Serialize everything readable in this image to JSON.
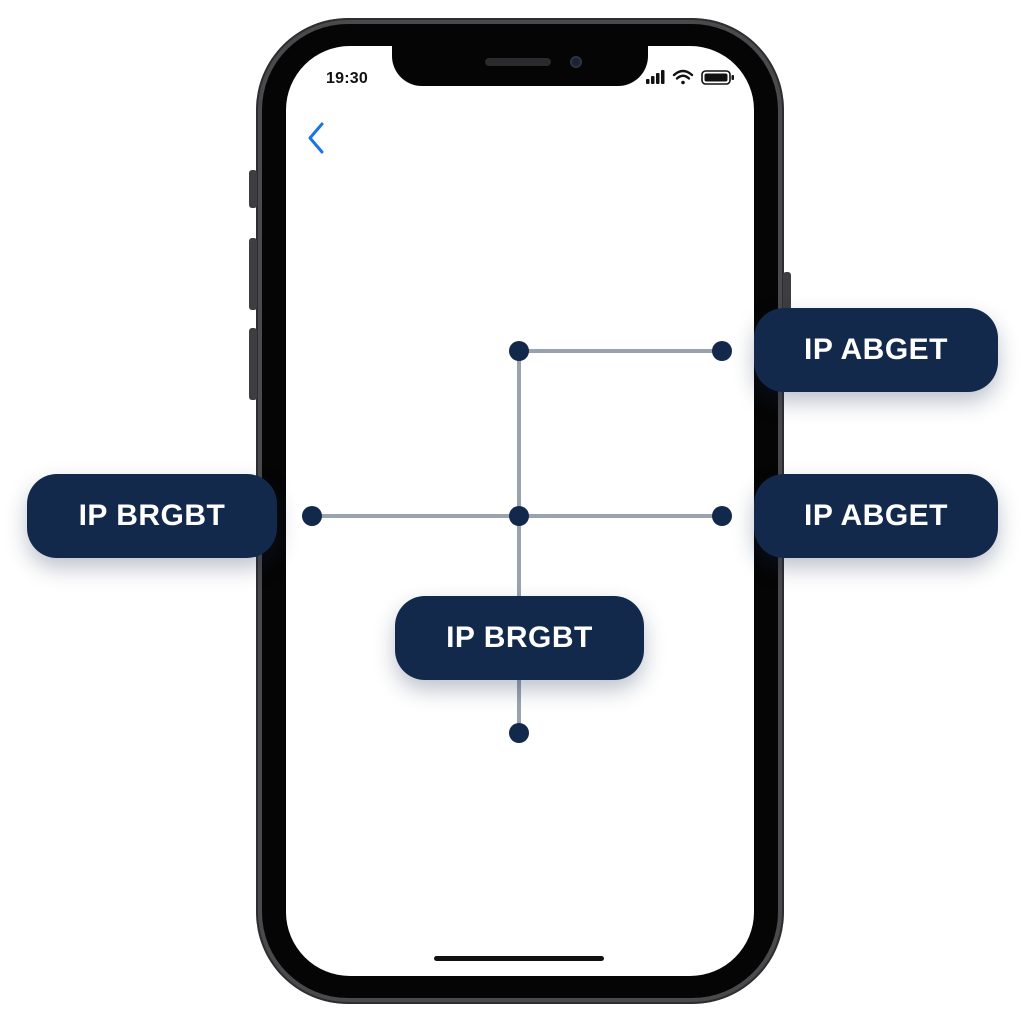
{
  "status_bar": {
    "time": "19:30",
    "signal_icon": "cellular-signal-icon",
    "wifi_icon": "wifi-icon",
    "battery_icon": "battery-icon"
  },
  "nav": {
    "back_icon": "chevron-left-icon"
  },
  "diagram": {
    "labels": [
      "IP ABGET",
      "IP BRGBT",
      "IP ABGET",
      "IP BRGBT"
    ]
  },
  "colors": {
    "label_bg": "#13294b",
    "line": "#9aa3ad",
    "dot": "#13294b",
    "accent": "#1a73e8"
  }
}
